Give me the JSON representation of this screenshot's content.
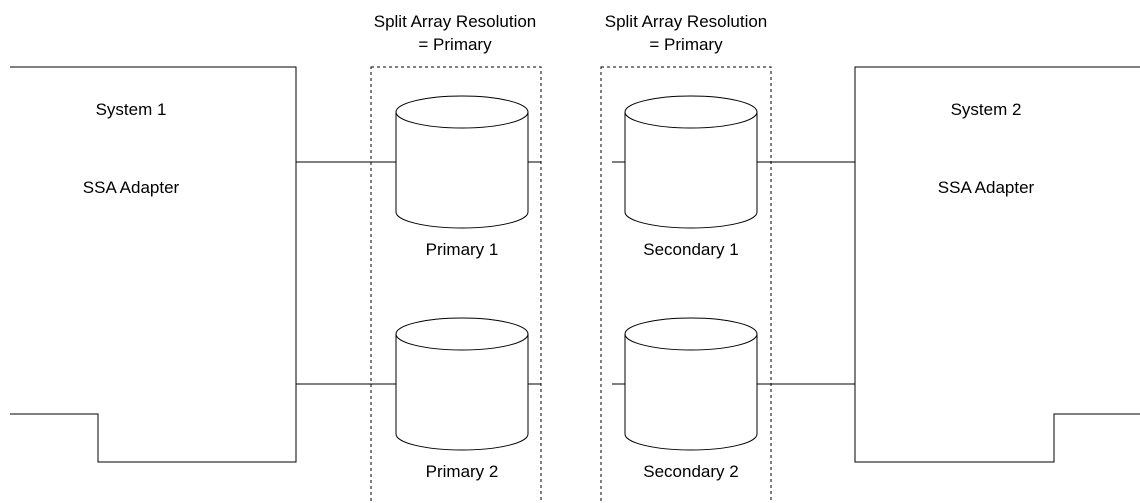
{
  "groups": [
    {
      "heading_line1": "Split Array Resolution",
      "heading_line2": "= Primary"
    },
    {
      "heading_line1": "Split Array Resolution",
      "heading_line2": "= Primary"
    }
  ],
  "systems": [
    {
      "name": "System 1",
      "adapter": "SSA Adapter"
    },
    {
      "name": "System 2",
      "adapter": "SSA Adapter"
    }
  ],
  "disks": [
    {
      "label": "Primary 1"
    },
    {
      "label": "Primary 2"
    },
    {
      "label": "Secondary 1"
    },
    {
      "label": "Secondary 2"
    }
  ],
  "colors": {
    "stroke": "#000000",
    "background": "#ffffff"
  }
}
